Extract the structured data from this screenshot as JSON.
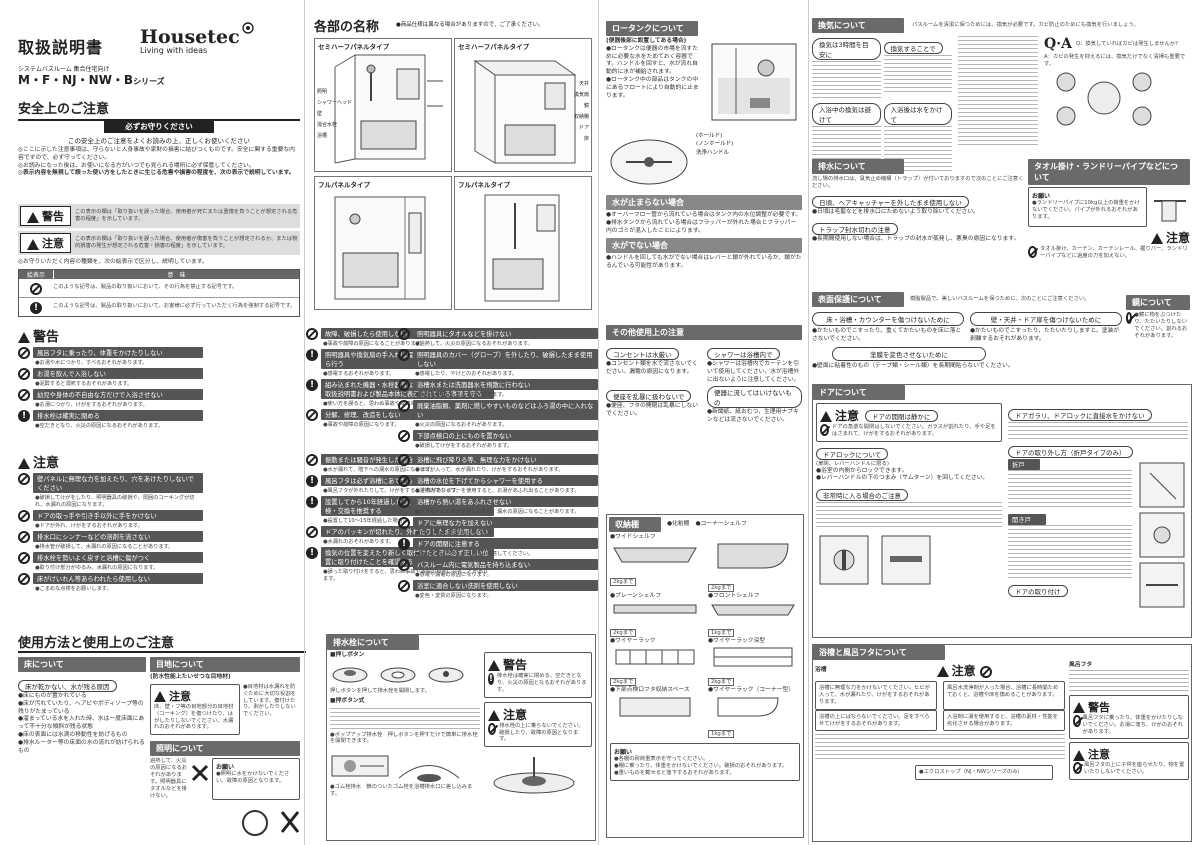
{
  "header": {
    "title": "取扱説明書",
    "brand": "Housetec",
    "tagline": "Living with ideas",
    "system_label": "システムバスルーム 集合住宅向け",
    "series": "M・F・NJ・NW・B",
    "series_suffix": "シリーズ"
  },
  "safety": {
    "heading": "安全上のご注意",
    "must_read": "必ずお守りください",
    "intro": "この安全上のご注意をよくお読みの上、正しくお使いください",
    "bullets": [
      "◎ここに示した注意事項は、守らないと人身事故や家財の損害に結びつくものです。安全に関する重要な内容ですので、必ず守ってください。",
      "◎お読みになった後は、お使いになる方がいつでも見られる場所に必ず保管してください。",
      "◎表示内容を無視して誤った使い方をしたときに生じる危害や損害の程度を、次の表示で説明しています。"
    ],
    "warning_label": "警告",
    "warning_text": "この表示の欄は「取り扱いを誤った場合、使用者が死亡または重傷を負うことが想定される危害の程度」を示しています。",
    "caution_label": "注意",
    "caution_text": "この表示の欄は「取り扱いを誤った場合、使用者が傷害を負うことが想定されるか、または物的損害の発生が想定される危害・損害の程度」を示しています。",
    "symbol_intro": "◎お守りいただく内容の種類を、次の絵表示で区分し、説明しています。",
    "symbol_table": {
      "col1": "絵表示",
      "col2": "意　味"
    },
    "symbol_rows": [
      "このような記号は、製品の取り扱いにおいて、その行為を禁止する記号です。",
      "このような記号は、製品の取り扱いにおいて、お客様に必ず行っていただく行為を強制する記号です。"
    ]
  },
  "warning_block": {
    "label": "警告",
    "items": [
      {
        "text": "風呂フタに乗ったり、体重をかけたりしない",
        "sub": "●お湯や水につかり、すべるおそれがあります。"
      },
      {
        "text": "お湯を飲んで入浴しない",
        "sub": "●泥酔すると溺死するおそれがあります。"
      },
      {
        "text": "幼児や身体の不自由な方だけで入浴させない",
        "sub": "●お湯につかり、けがをするおそれがあります。"
      },
      {
        "text": "排水栓は確実に閉める",
        "sub": "●空だきとなり、火災の原因になるおそれがあります。"
      }
    ],
    "items2": [
      {
        "text": "故障、破損したら使用しない",
        "sub": "●事故や故障の原因になることがあります。"
      },
      {
        "text": "照明器具や換気扇の手入れは電源（スイッチ）を切ってから行う",
        "sub": "●感電するおそれがあります。"
      },
      {
        "text": "組み込まれた機器・水栓器具などについては、それぞれの取扱説明書および製品本体に表示されている事項を守る",
        "sub": "●使い方を誤ると、思わぬ事故や故障の原因になることがあります。"
      },
      {
        "text": "分解、修理、改造をしない",
        "sub": "●事故や故障の原因になります。"
      }
    ],
    "items3": [
      {
        "text": "照明器具にタオルなどを掛けない",
        "sub": "●過熱して、火災の原因になるおそれがあります。"
      },
      {
        "text": "照明器具のカバー（グローブ）を外したり、破損したまま使用しない",
        "sub": "●感電したり、やけどのおそれがあります。"
      },
      {
        "text": "浴槽水または洗面器水を飛散に行わない",
        "sub": "●故障の原因になるおそれがあります。"
      },
      {
        "text": "廃棄油脂類、薬剤に燃しやすいものなどはふろ湯の中に入れない",
        "sub": "●火災の原因になるおそれがあります。"
      },
      {
        "text": "下部点検口の上にものを置かない",
        "sub": "●破損してけがをするおそれがあります。"
      }
    ]
  },
  "caution_block": {
    "label": "注意",
    "items": [
      {
        "text": "壁パネルに無理な力を加えたり、穴をあけたりしないでください",
        "sub": "●破損してけがをしたり、照明器具の破損や、周囲のコーキングが切れ、水漏れの原因になります。"
      },
      {
        "text": "ドアの取っ手や引き手以外に手をかけない",
        "sub": "●ドアが外れ、けがをするおそれがあります。"
      },
      {
        "text": "排水口にシンナーなどの溶剤を流さない",
        "sub": "●排水管が破損して、水漏れの原因になることがあります。"
      },
      {
        "text": "排水栓を勢いよく戻すと浴槽に傷がつく",
        "sub": "●取り付け部分がゆるみ、水漏れの原因になります。"
      },
      {
        "text": "床がけいれん等あらわれたら使用しない",
        "sub": "●こまめな点検をお願いします。"
      }
    ],
    "items2": [
      {
        "text": "振動または騒音が発生した場合は使用をやめる",
        "sub": "●水が漏れて、階下への漏水の原因になります。"
      },
      {
        "text": "風呂フタは必ず浴槽にあてたものを使用する",
        "sub": "●風呂フタが外れたりして、けがをするおそれがあります。"
      },
      {
        "text": "設置してから10年経過したら、ご使用状況をふまえて点検・交換を推奨する",
        "sub": "●設置して10〜15年経過した場合は、点検を依頼してください。"
      },
      {
        "text": "ドアのパッキンが切れたり、外れたりしたまま使用しない",
        "sub": "●水漏れのおそれがあります。"
      },
      {
        "text": "換気の位置を変えたり新しく取付けたときは必ず正しい位置に取り付けたことを確認する",
        "sub": "●誤った取り付けをすると、思わぬ事故や故障の原因になることがあります。"
      }
    ],
    "items3": [
      {
        "text": "浴槽に飛び降りる等、無理な力をかけない",
        "sub": "●ヒビが入って、水が漏れたり、けがをするおそれがあります。"
      },
      {
        "text": "浴槽の水位を下げてからシャワーを使用する",
        "sub": "●浴槽内でシャワーを使用すると、お湯があふれ出ることがあります。"
      },
      {
        "text": "浴槽から熱い湯をあふれさせない",
        "sub": "●バスルームの床が水浸しになり、漏水の原因になることがあります。"
      },
      {
        "text": "ドアに無理な力を加えない",
        "sub": "●ドアが破損する原因になります。"
      },
      {
        "text": "ドアの開閉に注意する",
        "sub": "●指などをはさまれないように注意してください。"
      },
      {
        "text": "バスルーム内に電気製品を持ち込まない",
        "sub": "●感電や漏電の原因になります。"
      },
      {
        "text": "浴室に適合しない洗剤を使用しない",
        "sub": "●変色・変質の原因になります。"
      }
    ]
  },
  "parts": {
    "heading": "各部の名称",
    "note": "●商品仕様は異なる場合がありますので、ご了承ください。",
    "types": [
      "セミハーフパネルタイプ",
      "セミハーフパネルタイプ",
      "フルパネルタイプ",
      "フルパネルタイプ"
    ],
    "labels_left": [
      "照明",
      "シャワーヘッド",
      "壁",
      "混合水栓",
      "浴槽"
    ],
    "labels_right": [
      "天井",
      "換気扇",
      "鏡",
      "収納棚",
      "ドア",
      "床"
    ]
  },
  "usage": {
    "heading": "使用方法と使用上のご注意",
    "floor_head": "床について",
    "floor_pill": "床が乾かない、水が残る原因",
    "floor_bullets": [
      "●床にものが置かれている",
      "●床が汚れていたり、ヘアピやボディソープ等の残りがたまっている",
      "●溜まっている水を入れた時、水は一度床面にあって不十分な傾斜が残る状態",
      "●床の表面には水滴の移動性を妨げるもの",
      "●排水ルーター等の床面の水の流れが妨げられるもの"
    ],
    "skin_head": "目地について",
    "skin_sub": "(防水性能上たいせつな目地材)",
    "skin_caution": "注意",
    "skin_text": "床、壁・フ等の目地部分の目地材（コーキング）を傷つけたり、はがしたりしないでください。水漏れのおそれがあります。",
    "skin_note": "●目地材は水漏れを防ぐために大切な役割をしています。傷付けたり、剥がしたりしないでください。",
    "light_head": "照明について",
    "light_text": "過熱して、火災の原因になるおそれがあります。照明器具にタオルなどを掛けない。",
    "light_req": "お願い",
    "light_req_text": "●照明に水をかけないでください。故障の原因となります。"
  },
  "drain": {
    "heading": "排水栓について",
    "types": [
      "■押しボタン",
      "■押ボタン式",
      "■ポップアップ排水栓"
    ],
    "caption": "押しボタンを押して排水栓を開閉します。",
    "warning": "警告",
    "warning_text": "排水栓は確実に閉める。空だきとなり、火災の原因となるおそれがあります。",
    "caution": "注意",
    "caution_text": "排水栓の上に乗らないでください。破損したり、故障の原因となります。",
    "popup_text": "●ポップアップ排水栓　押しボタンを押すだけで簡単に排水栓を開閉できます。",
    "rubber_text": "●ゴム栓排水　鎖のついたゴム栓を浴槽排水口に差し込みます。"
  },
  "tank": {
    "heading": "ロータンクについて",
    "sub": "(便器後部に設置してある場合)",
    "bullets": [
      "●ロータンクは便器の市場を流すために必要な水をためておく容器です。ハンドルを回すと、水が流れ自動的に水が補給されます。",
      "●ロータンク中の部品はタンクの中にあるフロートにより自動的に止まります。"
    ],
    "diag_labels": [
      "(ホールド)",
      "(ノンホールド)",
      "洗浄ハンドル"
    ],
    "no_stop_head": "水が止まらない場合",
    "no_stop": [
      "●オーバーフロー管から流れている場合はタンク内の水位調整が必要です。",
      "●排水タンクから流れている場合はフラッパーが外れた場合とフラッパー内のゴミが混入したことによります。"
    ],
    "no_flow_head": "水がでない場合",
    "no_flow": [
      "●ハンドルを回しても水がでない場合はレバーと鎖が外れているか、鎖がたるんでいる可能性があります。"
    ]
  },
  "other": {
    "heading": "その他使用上の注意",
    "pills": [
      "コンセントは水厳い",
      "シャワーは浴槽内で",
      "便座を乱暴に扱わないで",
      "便器に流してはいけないもの"
    ],
    "texts": [
      "●コンセント類を水で流さないでください。漏電の原因になります。",
      "●シャワーは浴槽内でカーテンを引いて使用してください。水が浴槽外に出ないように注意してください。",
      "●便座、フタの開閉は乱暴にしないでください。",
      "●新聞紙、紙おむつ、生理用ナプキンなどは流さないでください。"
    ]
  },
  "shelf": {
    "heading": "収納棚",
    "types": [
      "●化粧棚",
      "●コーナーシェルフ",
      "●ワイドシェルフ",
      "●プレーンシェルフ",
      "●フロントシェルフ",
      "●ワイヤーラック",
      "●ワイヤーラック深型",
      "●下部点検口フタ収納スペース",
      "●ワイヤーラック（コーナー型）"
    ],
    "loads": [
      "2kgまで",
      "2kgまで",
      "2kgまで",
      "1kgまで",
      "2kgまで",
      "2kgまで",
      "1kgまで"
    ],
    "req": "お願い",
    "req_bullets": [
      "●各棚の耐荷重表示を守ってください。",
      "●棚に乗ったり、体重をかけないでください。破損のおそれがあります。",
      "●重いものを載せると落下するおそれがあります。"
    ]
  },
  "vent": {
    "heading": "換気について",
    "intro": "バスルームを清潔に保つためには、換気が必要です。カビ防止のためにも換気を行いましょう。",
    "pills": [
      "換気は3時間を目安に",
      "入浴中の換気は避けて",
      "入浴後は水をかけて",
      "換気することで"
    ],
    "qa": "Q：換気していればカビは発生しませんか？",
    "a": "A：カビの発生を抑えるには、換気だけでなく清掃も重要です。"
  },
  "drainage": {
    "heading": "排水について",
    "intro": "流し場の排水口は、臭気止め機構（トラップ）が付いておりますので次のことにご注意ください。",
    "pills": [
      "日頃、ヘアキャッチャーを外したまま使用しない",
      "トラップ封水切れの注意"
    ],
    "text": [
      "●日頃は毛髪などを排水口にためないよう取り除いてください。",
      "●長期間使用しない場合は、トラップの封水が蒸発し、悪臭の原因になります。"
    ]
  },
  "towel": {
    "heading": "タオル掛け・ランドリーパイプなどについて",
    "req": "お願い",
    "req_text": "●ランドリーパイプに10kg以上の荷重をかけないでください。パイプが外れるおそれがあります。",
    "caution": "注意",
    "caution_text": "タオル掛け、カーテン、カーテンレール、握りバー、ランドリーパイプなどに過度の力を加えない。"
  },
  "surface": {
    "heading": "表面保護について",
    "intro": "樹脂製品で、美しいバスルームを保つために、次のことにご注意ください。",
    "pills": [
      "床・浴槽・カウンターを傷つけないために",
      "壁・天井・ドア扉を傷つけないために",
      "塗膜を変色させないために"
    ],
    "texts": [
      "●かたいものでこすったり、重くてかたいものを床に落とさないでください。",
      "●かたいものでこすったり、たたいたりしますと、塗装が剥離するおそれがあります。",
      "●壁面に粘着性のもの（テープ類・シール類）を長期間貼らないでください。"
    ]
  },
  "mirror": {
    "heading": "鏡について",
    "text": "●鏡に物をぶつけたり、たたいたりしないでください。割れるおそれがあります。"
  },
  "door": {
    "heading": "ドアについて",
    "caution": "注意",
    "caution_sub": "ドアの開閉は静かに",
    "caution_text": "ドアの急激な開閉はしないでください。ガラスが割れたり、手や足をはさまれて、けがをするおそれがあります。",
    "lock_pill": "ドアロックについて",
    "lock_sub": "(扉閉、レバーハンドルに限る)",
    "lock_texts": [
      "●浴室の内側からロックできます。",
      "●レバーハンドルの下のつまみ（サムターン）を回してください。"
    ],
    "emerg_pill": "非常時に入る場合のご注意",
    "right_pill": "ドアガラリ、ドアロックに直接水をかけない",
    "remove_pill": "ドアの取り外し方（折戸タイプのみ）",
    "fold_door": "折戸",
    "open_door": "開き戸",
    "attach_pill": "ドアの取り付け"
  },
  "lid": {
    "heading": "浴槽と風呂フタについて",
    "tub_head": "浴槽",
    "caution": "注意",
    "cols": [
      "浴槽に無理な力をかけないでください。ヒビが入って、水が漏れたり、けがをするおそれがあります。",
      "風呂水洗浄剤が入った場合、浴槽に長時間ためておくと、浴槽や床を傷めることがあります。",
      "浴槽の上にはならないでください。足をすべらせてけがをするおそれがあります。",
      "入浴剤に湯を使用すると、浴槽の素材・性能を劣化させる場合があります。"
    ],
    "lid_head": "風呂フタ",
    "warning": "警告",
    "warning_text": "風呂フタに乗ったり、体重をかけたりしないでください。お湯に落ち、けがのおそれがあります。",
    "caution2_text": "風呂フタの上に子供を座らせたり、物を置いたりしないでください。",
    "note": "●エクロストップ（NJ・NWシリーズのみ）"
  }
}
